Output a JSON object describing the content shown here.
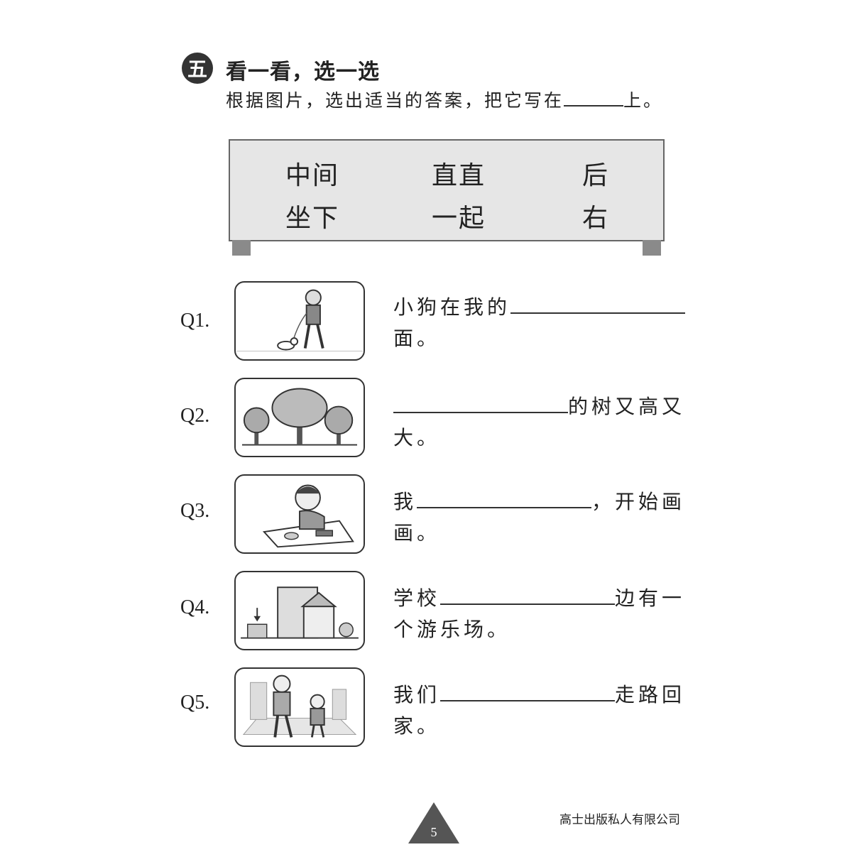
{
  "section": {
    "badge": "五",
    "title": "看一看，选一选",
    "instruction_before": "根据图片，选出适当的答案，把它写在",
    "instruction_after": "上。"
  },
  "word_bank": {
    "row1": [
      "中间",
      "直直",
      "后"
    ],
    "row2": [
      "坐下",
      "一起",
      "右"
    ]
  },
  "questions": [
    {
      "label": "Q1.",
      "before": "小狗在我的",
      "after": "",
      "line2": "面。",
      "icon": "boy-walking-dog-icon"
    },
    {
      "label": "Q2.",
      "before": "",
      "after": "的树又高又",
      "line2": "大。",
      "icon": "trees-icon"
    },
    {
      "label": "Q3.",
      "before": "我",
      "after": "，开始画",
      "line2": "画。",
      "icon": "boy-drawing-icon"
    },
    {
      "label": "Q4.",
      "before": "学校",
      "after": "边有一",
      "line2": "个游乐场。",
      "icon": "school-building-icon"
    },
    {
      "label": "Q5.",
      "before": "我们",
      "after": "走路回",
      "line2": "家。",
      "icon": "father-son-walking-icon"
    }
  ],
  "footer": {
    "page_number": "5",
    "publisher": "高士出版私人有限公司"
  }
}
